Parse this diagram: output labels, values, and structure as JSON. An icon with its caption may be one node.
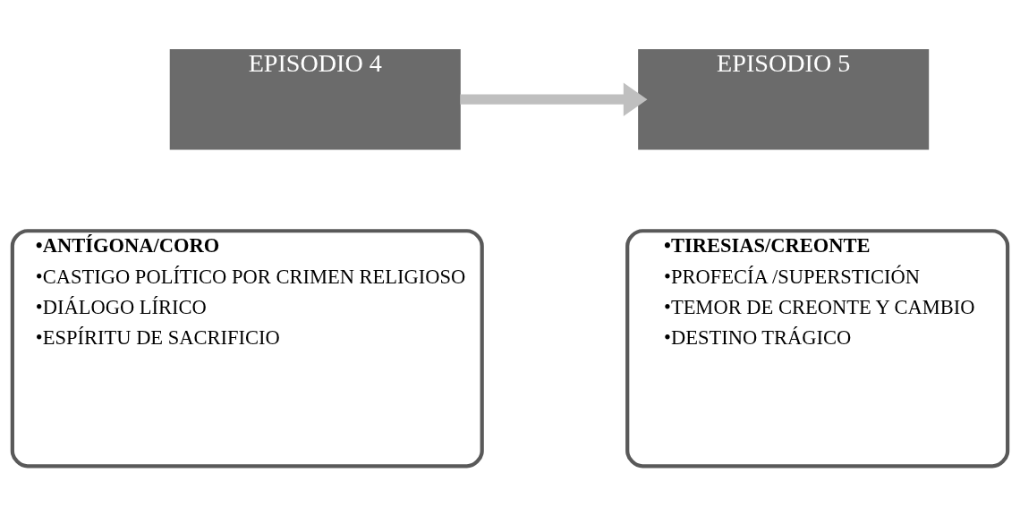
{
  "diagram": {
    "nodes": [
      {
        "text": [
          "EPISODIO 4"
        ]
      },
      {
        "text": [
          "EPISODIO 5"
        ]
      },
      {
        "text": [
          "•ANTÍGONA/CORO",
          "•CASTIGO POLÍTICO POR CRIMEN RELIGIOSO",
          "•DIÁLOGO LÍRICO",
          "•ESPÍRITU DE SACRIFICIO"
        ]
      },
      {
        "text": [
          "•TIRESIAS/CREONTE",
          "•PROFECÍA /SUPERSTICIÓN",
          "•TEMOR DE CREONTE Y CAMBIO",
          "•DESTINO TRÁGICO"
        ]
      }
    ],
    "edges": [
      {
        "from": 0,
        "to": 1,
        "arrow": "to",
        "color": "#bfbfbf"
      }
    ]
  }
}
